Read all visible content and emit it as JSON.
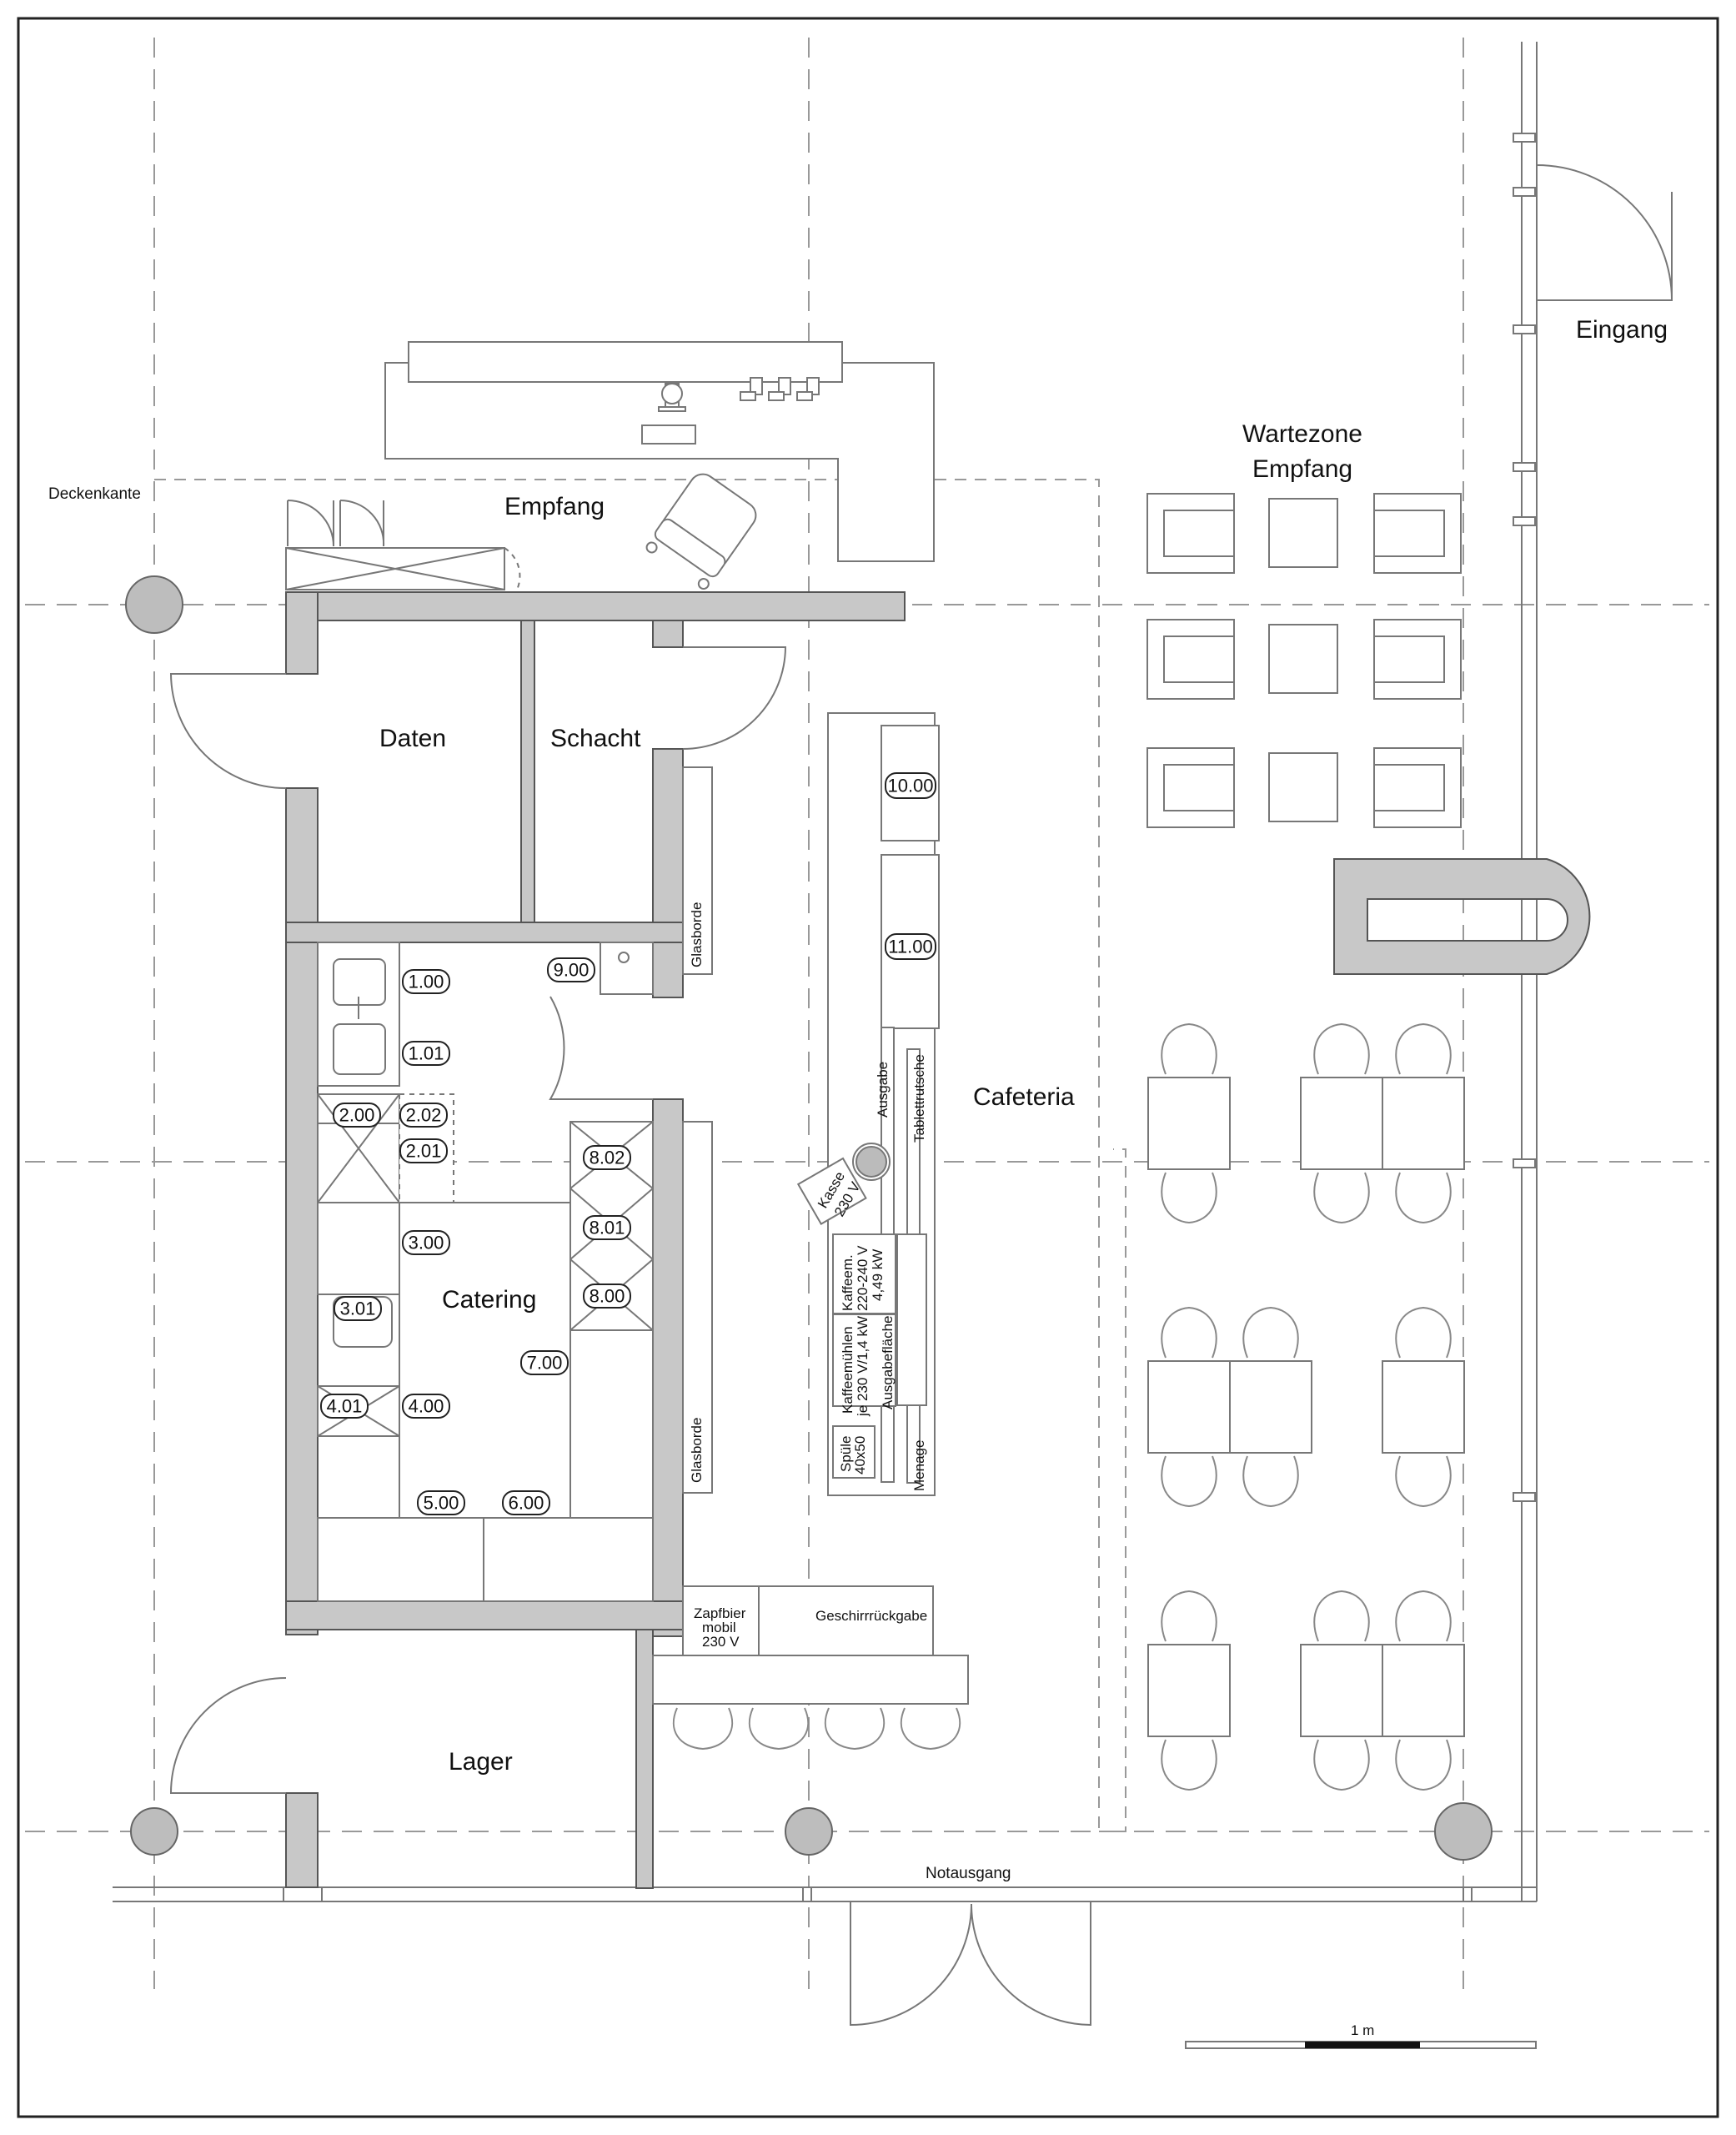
{
  "rooms": {
    "empfang": "Empfang",
    "wartezone_line1": "Wartezone",
    "wartezone_line2": "Empfang",
    "eingang": "Eingang",
    "deckenkante": "Deckenkante",
    "daten": "Daten",
    "schacht": "Schacht",
    "catering": "Catering",
    "cafeteria": "Cafeteria",
    "lager": "Lager",
    "notausgang": "Notausgang"
  },
  "fixtures": {
    "glasborde_top": "Glasborde",
    "glasborde_bottom": "Glasborde",
    "ausgabe": "Ausgabe",
    "tablettrutsche": "Tablettrutsche",
    "kasse_line1": "Kasse",
    "kasse_line2": "230 V",
    "kaffeem_line1": "Kaffeem.",
    "kaffeem_line2": "220-240 V",
    "kaffeem_line3": "4,49 kW",
    "kaffeemuehlen_line1": "Kaffeemühlen",
    "kaffeemuehlen_line2": "je 230 V/1,4 kW",
    "ausgabeflaeche": "Ausgabefläche",
    "spuele_line1": "Spüle",
    "spuele_line2": "40x50",
    "menage": "Menage",
    "zapfbier_line1": "Zapfbier",
    "zapfbier_line2": "mobil",
    "zapfbier_line3": "230 V",
    "geschirr": "Geschirrrückgabe"
  },
  "equipment_numbers": {
    "n1_00": "1.00",
    "n1_01": "1.01",
    "n2_00": "2.00",
    "n2_02": "2.02",
    "n2_01": "2.01",
    "n3_00": "3.00",
    "n3_01": "3.01",
    "n4_00": "4.00",
    "n4_01": "4.01",
    "n5_00": "5.00",
    "n6_00": "6.00",
    "n7_00": "7.00",
    "n8_00": "8.00",
    "n8_01": "8.01",
    "n8_02": "8.02",
    "n9_00": "9.00",
    "n10_00": "10.00",
    "n11_00": "11.00"
  },
  "scale": {
    "label": "1 m"
  }
}
